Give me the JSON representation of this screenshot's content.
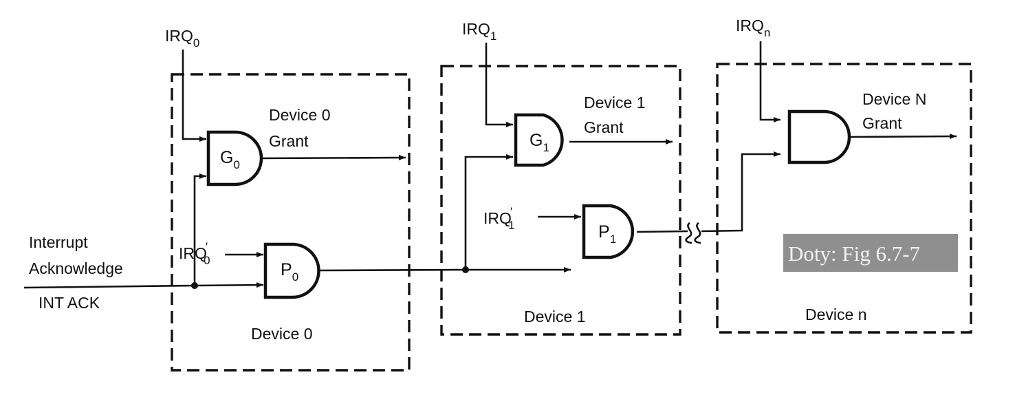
{
  "figure": {
    "caption": "Doty: Fig 6.7-7",
    "colors": {
      "ink": "#111111",
      "caption_bg": "#8f8f8f",
      "caption_text": "#f2f2f2"
    }
  },
  "input_signal": {
    "name_line1": "Interrupt",
    "name_line2": "Acknowledge",
    "abbrev": "INT ACK"
  },
  "devices": [
    {
      "box_label": "Device 0",
      "irq": {
        "base": "IRQ",
        "sub": "0"
      },
      "irq_prime": {
        "base": "IRQ",
        "prime": "′",
        "sub": "0"
      },
      "grant_gate": {
        "base": "G",
        "sub": "0"
      },
      "priority_gate": {
        "base": "P",
        "sub": "0"
      },
      "grant_line1": "Device 0",
      "grant_line2": "Grant"
    },
    {
      "box_label": "Device 1",
      "irq": {
        "base": "IRQ",
        "sub": "1"
      },
      "irq_prime": {
        "base": "IRQ",
        "prime": "′",
        "sub": "1"
      },
      "grant_gate": {
        "base": "G",
        "sub": "1"
      },
      "priority_gate": {
        "base": "P",
        "sub": "1"
      },
      "grant_line1": "Device 1",
      "grant_line2": "Grant"
    },
    {
      "box_label": "Device n",
      "irq": {
        "base": "IRQ",
        "sub": "n"
      },
      "grant_line1": "Device N",
      "grant_line2": "Grant"
    }
  ]
}
